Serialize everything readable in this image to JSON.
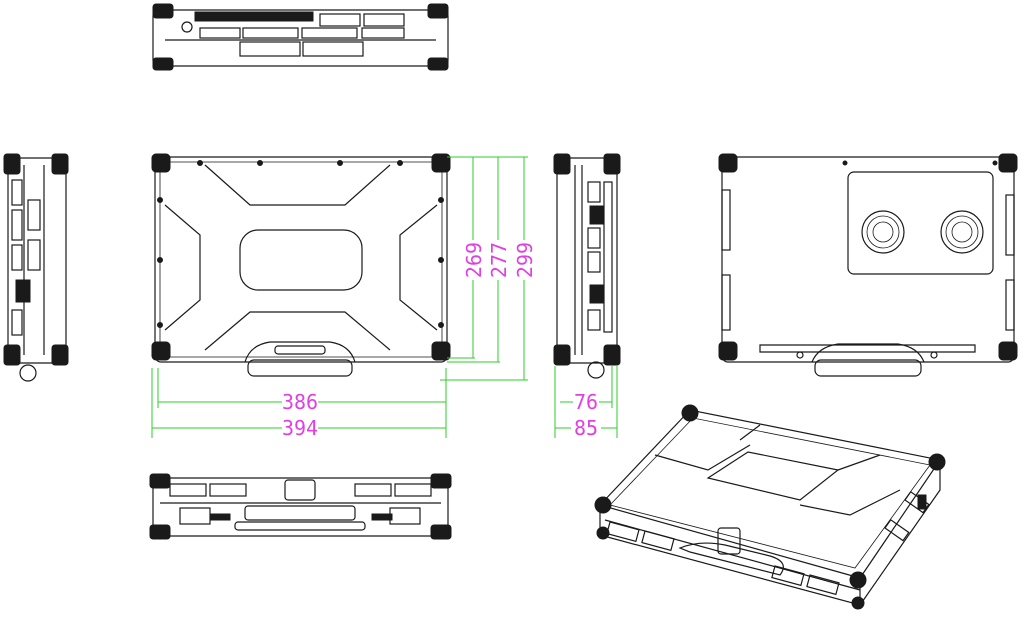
{
  "colors": {
    "dimension_line": "#2ecc2e",
    "dimension_text": "#e040e0",
    "outline": "#1a1a1a"
  },
  "dimensions": {
    "front_width_inner": "386",
    "front_width_outer": "394",
    "front_height_a": "269",
    "front_height_b": "277",
    "front_height_c": "299",
    "side_depth_inner": "76",
    "side_depth_outer": "85"
  }
}
